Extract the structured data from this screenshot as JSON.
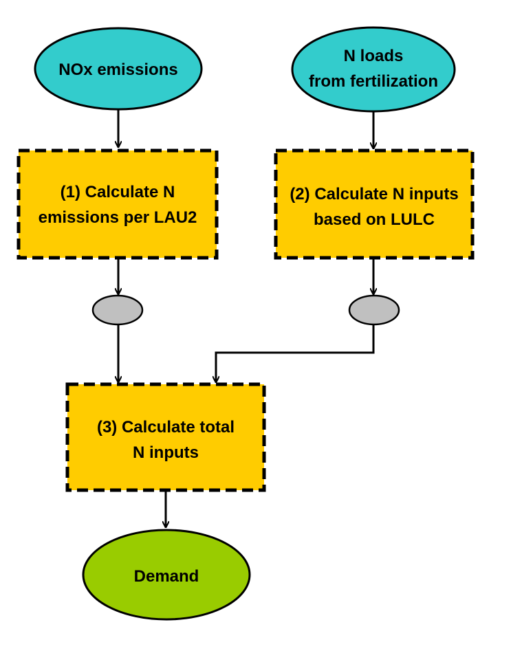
{
  "colors": {
    "input_fill": "#33CCCC",
    "process_fill": "#FFCC00",
    "junction_fill": "#C0C0C0",
    "output_fill": "#99CC00",
    "stroke": "#000000"
  },
  "nodes": {
    "nox_emissions": {
      "lines": [
        "NOx emissions"
      ]
    },
    "n_loads": {
      "lines": [
        "N loads",
        "from fertilization"
      ]
    },
    "step1": {
      "lines": [
        "(1) Calculate N",
        "emissions per LAU2"
      ]
    },
    "step2": {
      "lines": [
        "(2) Calculate N inputs",
        "based on LULC"
      ]
    },
    "step3": {
      "lines": [
        "(3) Calculate total",
        "N inputs"
      ]
    },
    "demand": {
      "lines": [
        "Demand"
      ]
    }
  },
  "edges": [
    {
      "from": "nox_emissions",
      "to": "step1"
    },
    {
      "from": "n_loads",
      "to": "step2"
    },
    {
      "from": "step1",
      "to": "junction_left"
    },
    {
      "from": "step2",
      "to": "junction_right"
    },
    {
      "from": "junction_left",
      "to": "step3"
    },
    {
      "from": "junction_right",
      "to": "step3"
    },
    {
      "from": "step3",
      "to": "demand"
    }
  ]
}
